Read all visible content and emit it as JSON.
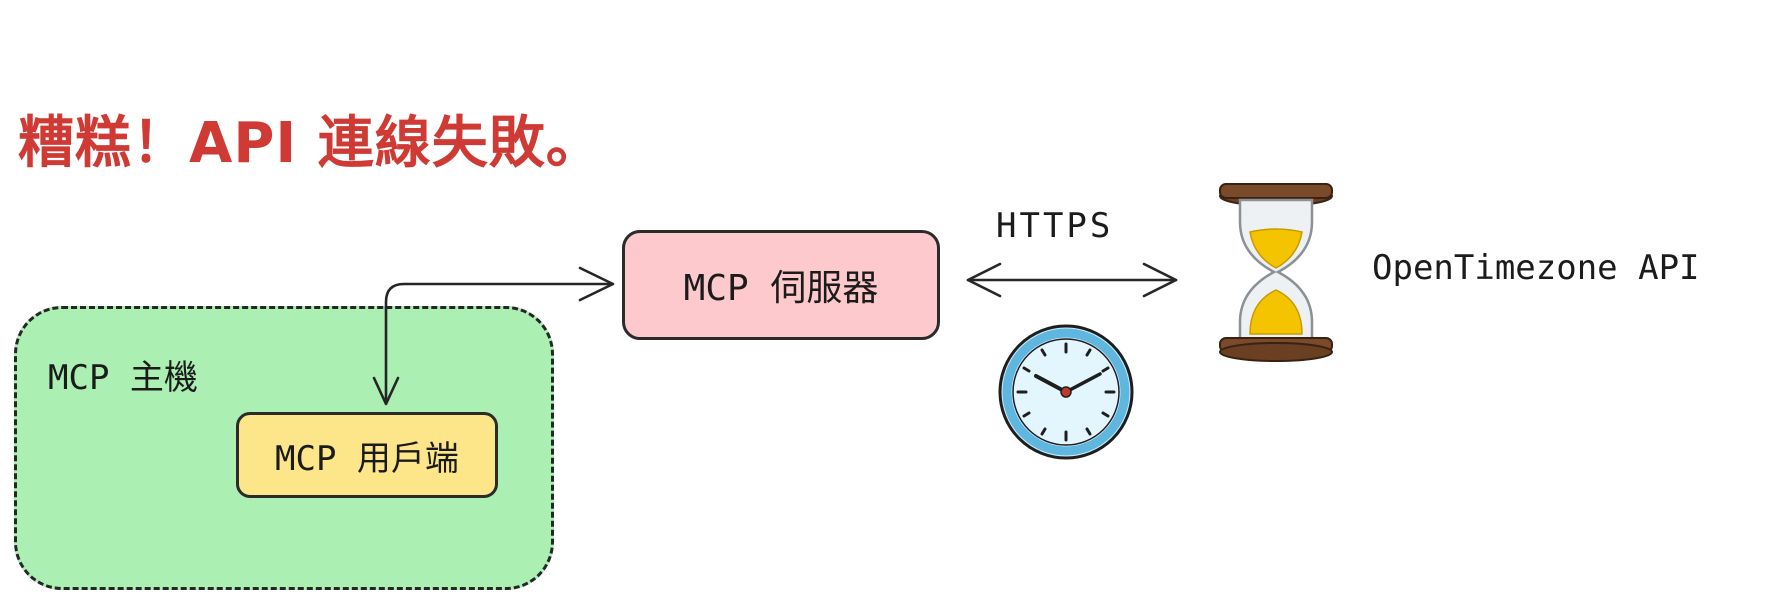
{
  "title": "糟糕！API 連線失敗。",
  "host": {
    "label": "MCP 主機",
    "client_label": "MCP 用戶端"
  },
  "server": {
    "label": "MCP 伺服器"
  },
  "connection": {
    "protocol_label": "HTTPS"
  },
  "external_api": {
    "label": "OpenTimezone API"
  },
  "icons": {
    "hourglass": "hourglass-icon",
    "clock": "clock-icon"
  },
  "colors": {
    "title": "#d03a35",
    "host_fill": "#acefb2",
    "client_fill": "#fde68a",
    "server_fill": "#fdc9cc",
    "clock_ring": "#5fb7e0",
    "sand": "#f5c400",
    "wood": "#7a4a2a"
  }
}
